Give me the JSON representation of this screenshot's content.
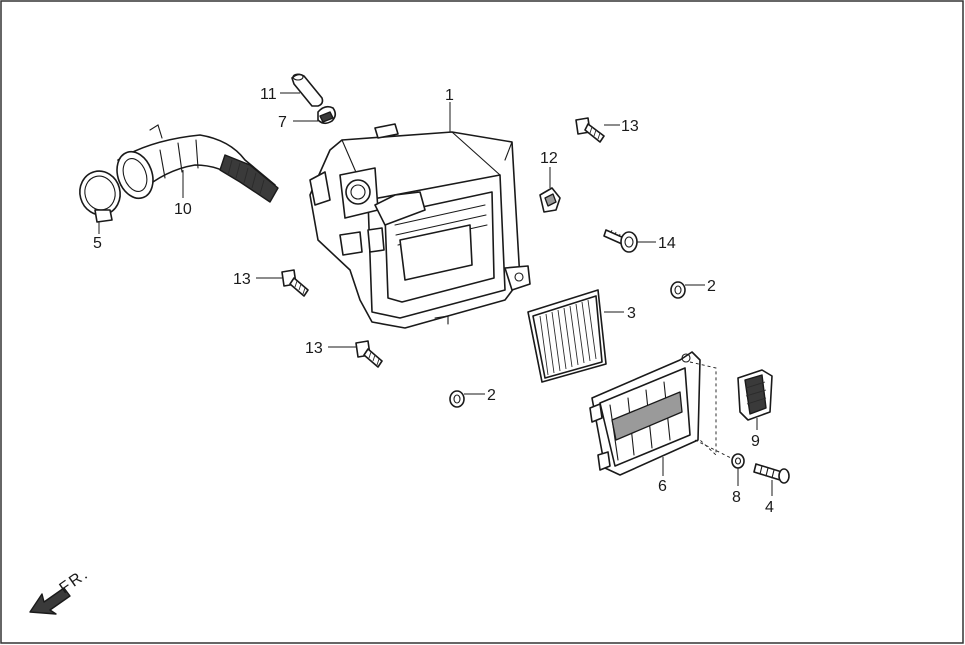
{
  "callouts": {
    "c1": "1",
    "c2a": "2",
    "c2b": "2",
    "c3": "3",
    "c4": "4",
    "c5": "5",
    "c6": "6",
    "c7": "7",
    "c8": "8",
    "c9": "9",
    "c10": "10",
    "c11": "11",
    "c12": "12",
    "c13a": "13",
    "c13b": "13",
    "c13c": "13",
    "c14": "14"
  },
  "direction": {
    "label": "FR.",
    "icon": "front-direction-arrow-icon"
  },
  "parts": {
    "air_cleaner_case": "part-1",
    "grommet": "part-2",
    "filter_element": "part-3",
    "screw_long": "part-4",
    "hose_clamp": "part-5",
    "case_cover": "part-6",
    "small_clamp": "part-7",
    "washer": "part-8",
    "intake_duct": "part-9",
    "inlet_tube": "part-10",
    "drain_plug": "part-11",
    "clip_nut": "part-12",
    "bolt": "part-13",
    "bolt_washer": "part-14"
  }
}
